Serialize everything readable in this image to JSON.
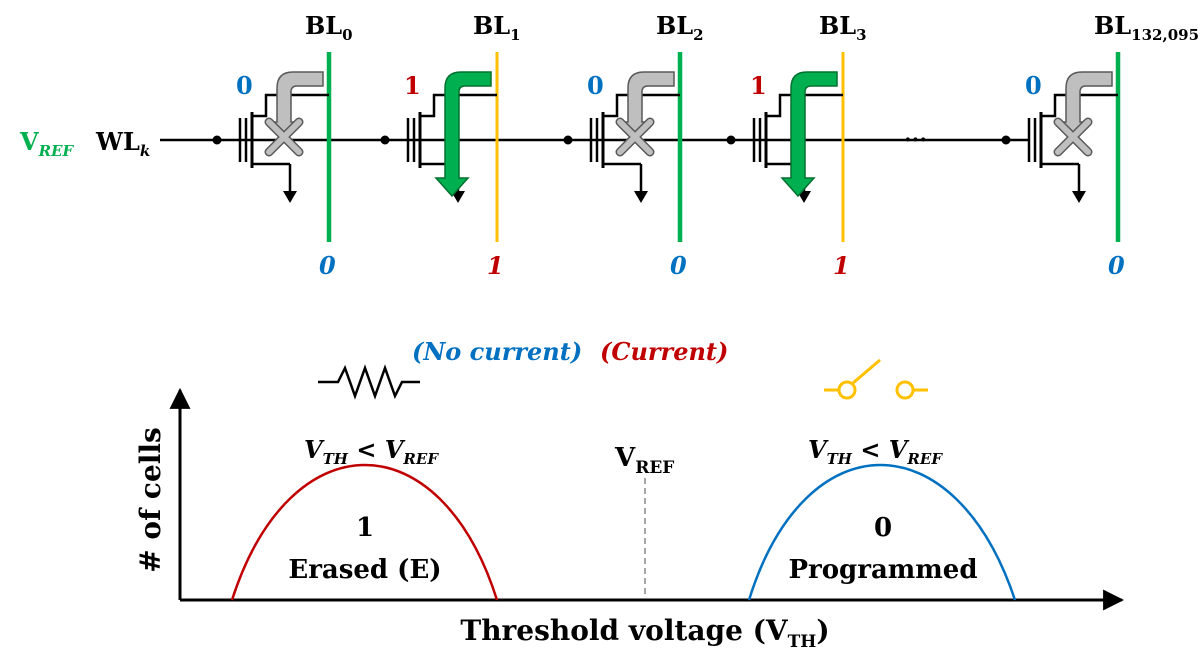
{
  "colors": {
    "green": "#00b050",
    "yellow": "#ffc000",
    "blue": "#0070c0",
    "red": "#c00000",
    "gray": "#a6a6a6",
    "black": "#000000"
  },
  "wordline": {
    "vref_main": "V",
    "vref_sub": "REF",
    "wl_main": "WL",
    "wl_sub": "k",
    "ellipsis": "···"
  },
  "bitlines": [
    {
      "main": "BL",
      "sub": "0",
      "bit": "0",
      "result": "0",
      "state": "no-current"
    },
    {
      "main": "BL",
      "sub": "1",
      "bit": "1",
      "result": "1",
      "state": "current"
    },
    {
      "main": "BL",
      "sub": "2",
      "bit": "0",
      "result": "0",
      "state": "no-current"
    },
    {
      "main": "BL",
      "sub": "3",
      "bit": "1",
      "result": "1",
      "state": "current"
    },
    {
      "main": "BL",
      "sub": "132,095",
      "bit": "0",
      "result": "0",
      "state": "no-current"
    }
  ],
  "legend": {
    "no_current": "(No current)",
    "current": "(Current)"
  },
  "plot": {
    "ylabel": "# of cells",
    "xlabel_main": "Threshold voltage (V",
    "xlabel_sub": "TH",
    "xlabel_end": ")",
    "vref_main": "V",
    "vref_sub": "REF",
    "left_cond": {
      "v1": "V",
      "s1": "TH",
      "op": " < ",
      "v2": "V",
      "s2": "REF"
    },
    "right_cond": {
      "v1": "V",
      "s1": "TH",
      "op": " < ",
      "v2": "V",
      "s2": "REF"
    },
    "erased_bit": "1",
    "erased_label": "Erased (E)",
    "programmed_bit": "0",
    "programmed_label": "Programmed"
  }
}
